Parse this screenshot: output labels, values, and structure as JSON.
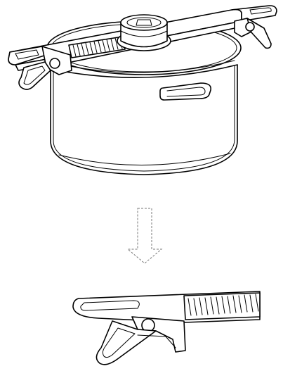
{
  "figure": {
    "panels": [
      {
        "id": "pot-with-clip-strainer",
        "description_icon": "pot-icon"
      },
      {
        "id": "transition-arrow",
        "direction": "down",
        "description_icon": "arrow-down-icon"
      },
      {
        "id": "clip-detail",
        "description_icon": "clip-handle-icon"
      }
    ],
    "colors": {
      "line": "#000000",
      "background": "#ffffff",
      "arrow_outline": "#777777"
    }
  }
}
